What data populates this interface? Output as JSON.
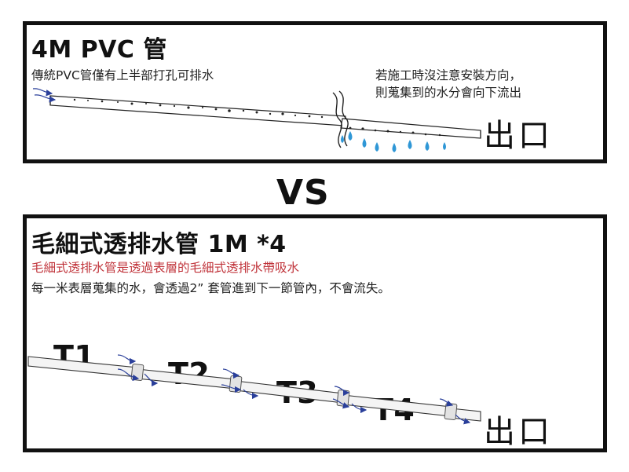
{
  "top": {
    "title": "4M PVC 管",
    "desc_left": "傳統PVC管僅有上半部打孔可排水",
    "desc_right_1": "若施工時沒注意安裝方向，",
    "desc_right_2": "則蒐集到的水分會向下流出",
    "outlet": "出口"
  },
  "vs": "VS",
  "bottom": {
    "title": "毛細式透排水管 1M *4",
    "desc_red": "毛細式透排水管是透過表層的毛細式透排水帶吸水",
    "desc_black": "每一米表層蒐集的水，會透過2”  套管進到下一節管內，不會流失。",
    "segments": [
      "T1",
      "T2",
      "T3",
      "T4"
    ],
    "outlet": "出口"
  },
  "colors": {
    "water": "#2f97d6",
    "arrow": "#2a3f9a",
    "text_red": "#c0333a"
  }
}
